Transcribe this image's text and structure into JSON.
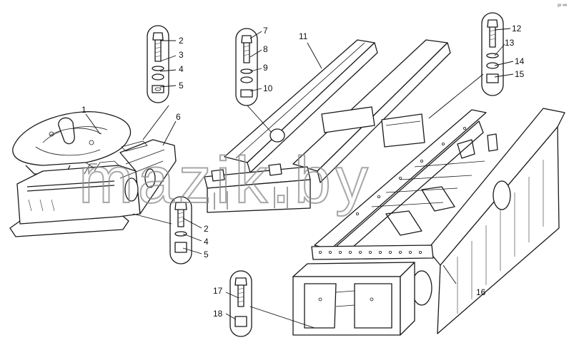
{
  "watermark": "mazik.by",
  "corner_mark": "ᵍᵒ ʷᵉ",
  "callouts": {
    "c1": "1",
    "c2a": "2",
    "c3": "3",
    "c4a": "4",
    "c5a": "5",
    "c6": "6",
    "c7": "7",
    "c8": "8",
    "c9": "9",
    "c10": "10",
    "c11": "11",
    "c12": "12",
    "c13": "13",
    "c14": "14",
    "c15": "15",
    "c2b": "2",
    "c4b": "4",
    "c5b": "5",
    "c16": "16",
    "c17": "17",
    "c18": "18"
  },
  "colors": {
    "line": "#1a1a1a",
    "watermark": "#8a8a8a",
    "background": "#ffffff"
  }
}
